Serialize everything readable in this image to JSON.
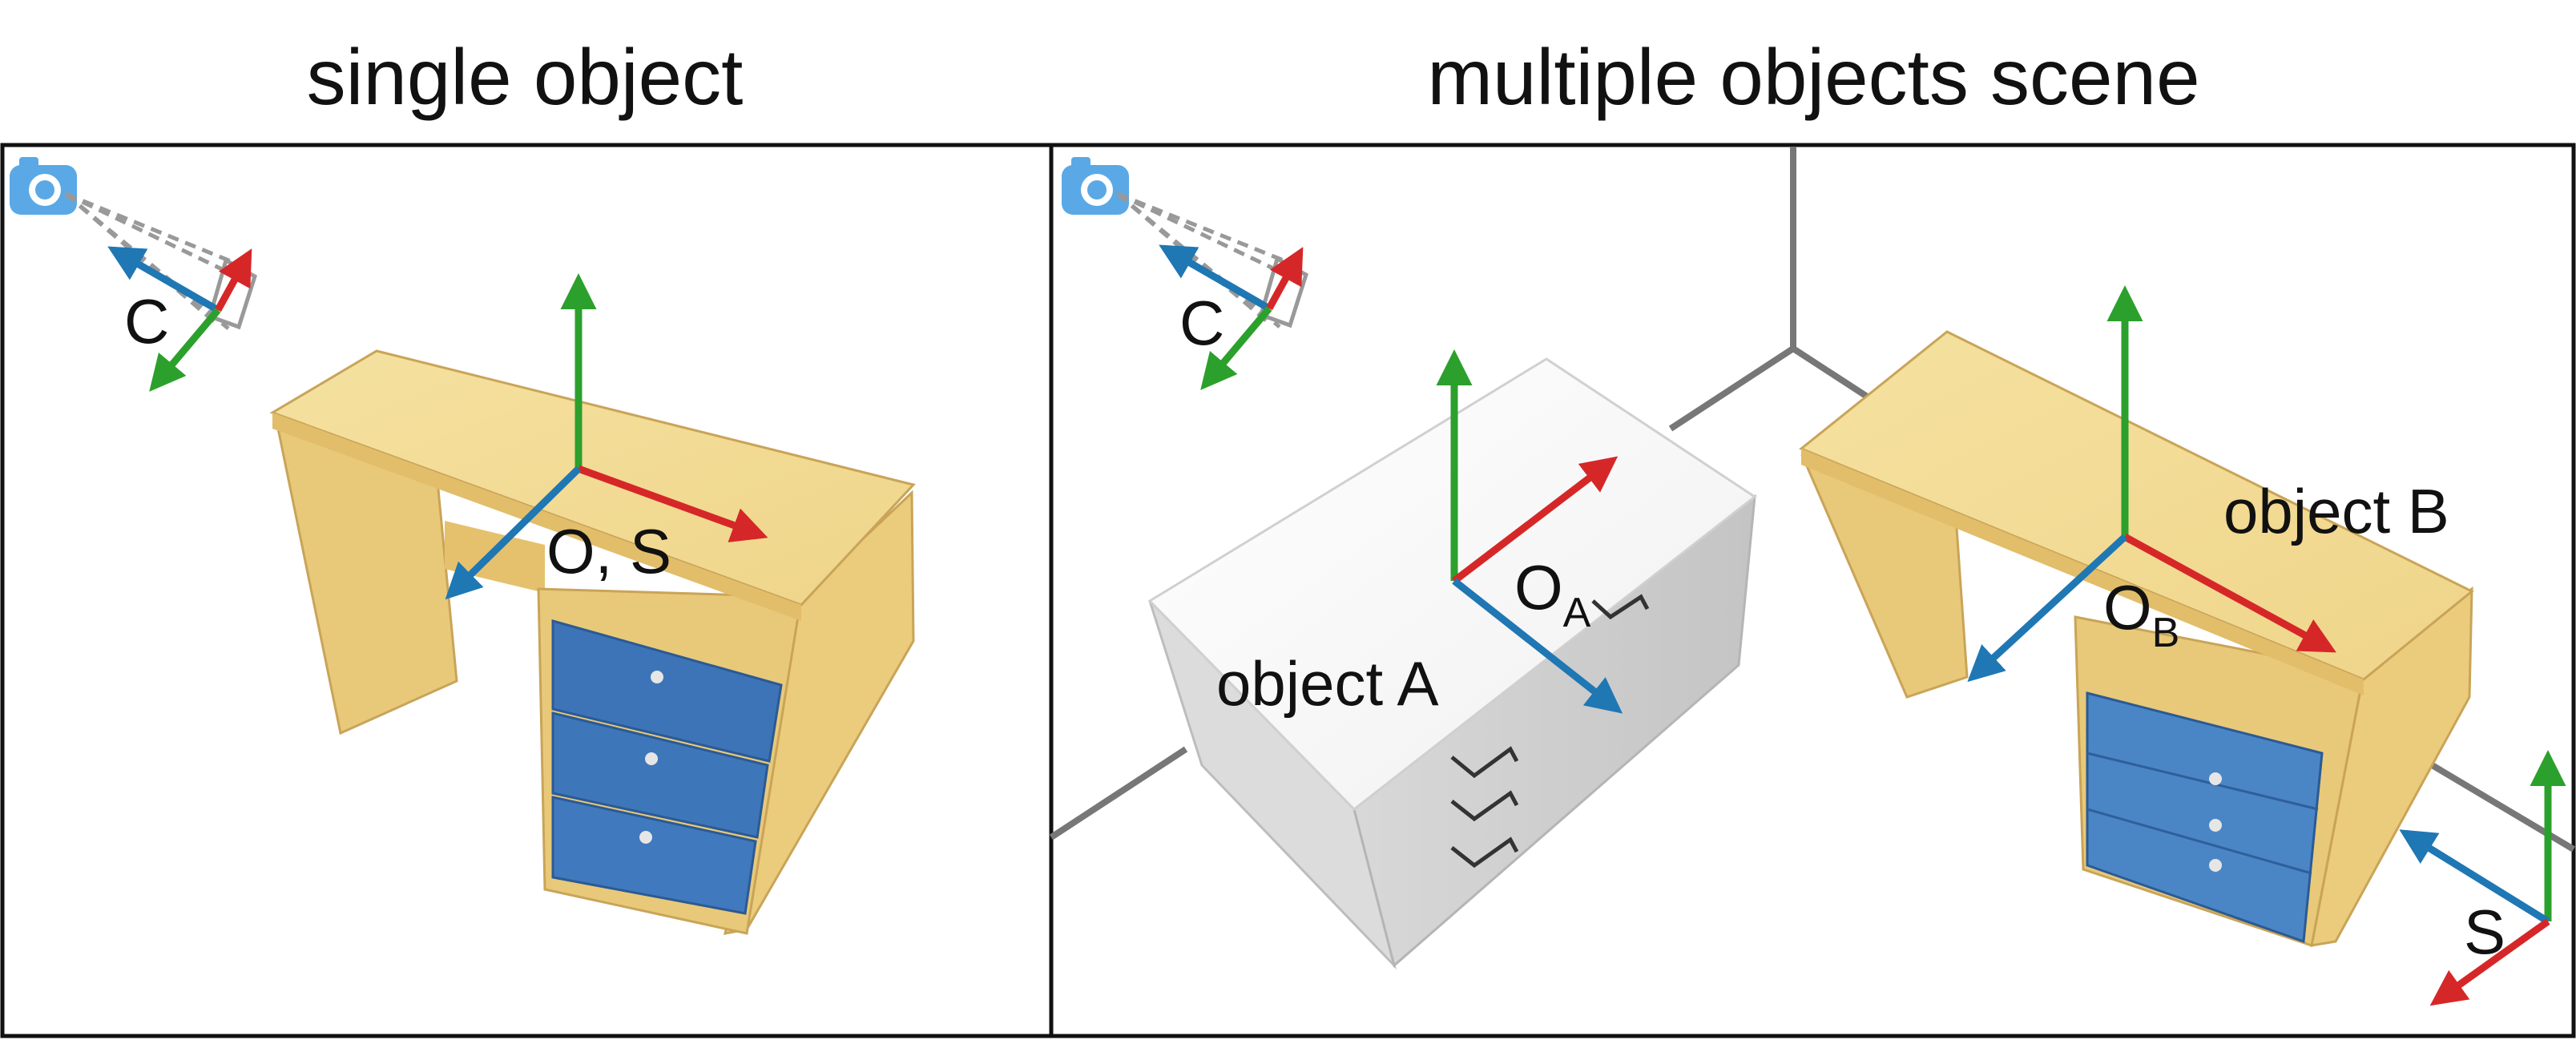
{
  "panels": {
    "left": {
      "title": "single object",
      "camera_label": "C",
      "frame_label": "O, S"
    },
    "right": {
      "title": "multiple objects scene",
      "camera_label": "C",
      "object_a": {
        "label": "object A",
        "frame_letter": "O",
        "frame_sub": "A"
      },
      "object_b": {
        "label": "object B",
        "frame_letter": "O",
        "frame_sub": "B"
      },
      "scene_label": "S"
    }
  },
  "colors": {
    "axis_x": "#d62728",
    "axis_y": "#1f77b4",
    "axis_z": "#2ca02c",
    "camera": "#5aa9e6",
    "desk_top": "#f3dc94",
    "desk_side": "#e8c97a",
    "drawer": "#3d74b8",
    "cabinet": "#eeeeee"
  },
  "icons": [
    "camera-icon",
    "camera-icon"
  ]
}
